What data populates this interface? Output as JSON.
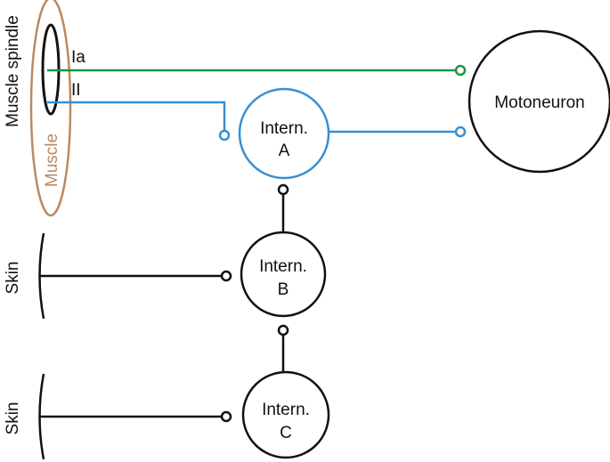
{
  "labels": {
    "muscle_spindle": "Muscle spindle",
    "muscle": "Muscle",
    "skin_top": "Skin",
    "skin_bottom": "Skin",
    "fiber_ia": "Ia",
    "fiber_ii": "II"
  },
  "neurons": {
    "motoneuron": "Motoneuron",
    "intern_a": {
      "line1": "Intern.",
      "line2": "A"
    },
    "intern_b": {
      "line1": "Intern.",
      "line2": "B"
    },
    "intern_c": {
      "line1": "Intern.",
      "line2": "C"
    }
  },
  "colors": {
    "ia_pathway": "#1a9641",
    "ii_pathway": "#3a8fd0",
    "muscle": "#b98a64",
    "neuron_outline": "#111111"
  }
}
